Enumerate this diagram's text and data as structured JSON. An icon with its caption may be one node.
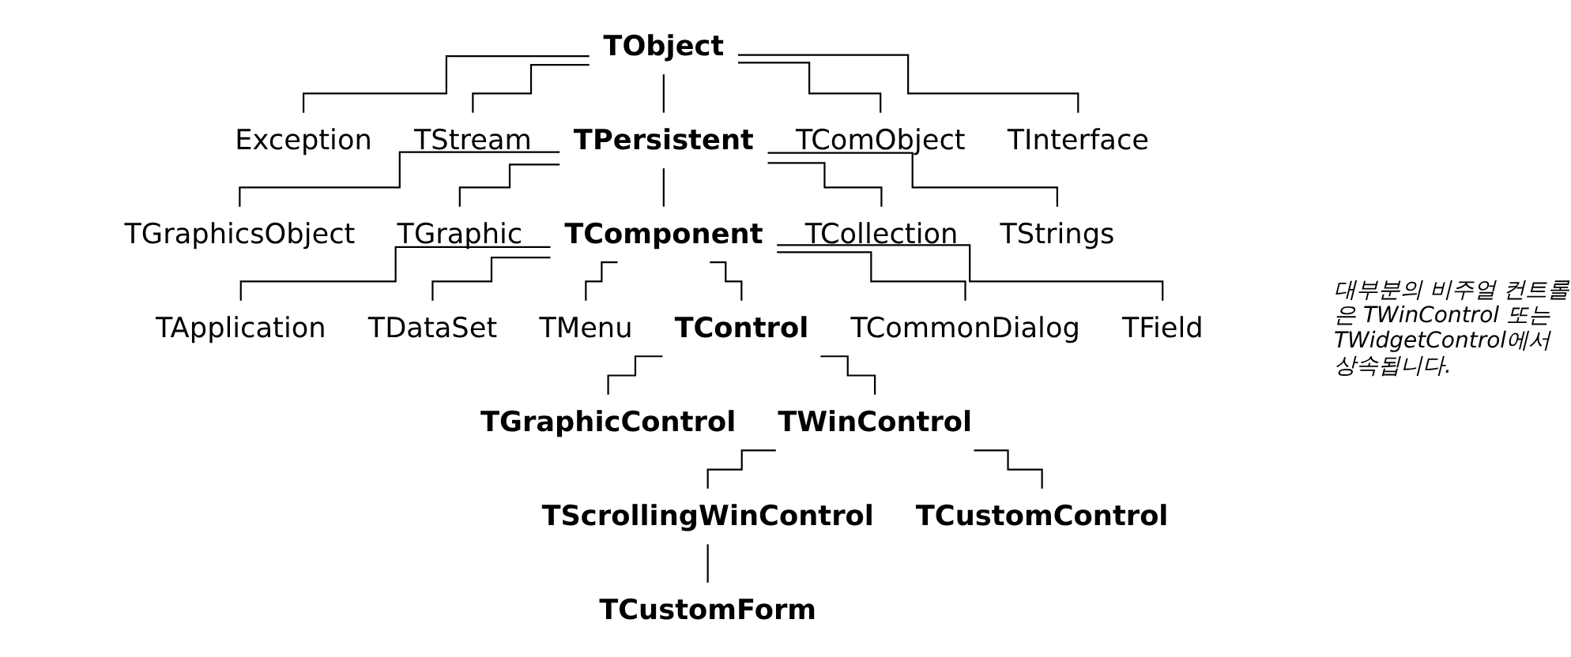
{
  "diagram": {
    "nodes": [
      {
        "text": [
          "TObject"
        ]
      },
      {
        "text": [
          "Exception"
        ]
      },
      {
        "text": [
          "TStream"
        ]
      },
      {
        "text": [
          "TPersistent"
        ]
      },
      {
        "text": [
          "TComObject"
        ]
      },
      {
        "text": [
          "TInterface"
        ]
      },
      {
        "text": [
          "TGraphicsObject"
        ]
      },
      {
        "text": [
          "TGraphic"
        ]
      },
      {
        "text": [
          "TComponent"
        ]
      },
      {
        "text": [
          "TCollection"
        ]
      },
      {
        "text": [
          "TStrings"
        ]
      },
      {
        "text": [
          "TApplication"
        ]
      },
      {
        "text": [
          "TDataSet"
        ]
      },
      {
        "text": [
          "TMenu"
        ]
      },
      {
        "text": [
          "TControl"
        ]
      },
      {
        "text": [
          "TCommonDialog"
        ]
      },
      {
        "text": [
          "TField"
        ]
      },
      {
        "text": [
          "TGraphicControl"
        ]
      },
      {
        "text": [
          "TWinControl"
        ]
      },
      {
        "text": [
          "TScrollingWinControl"
        ]
      },
      {
        "text": [
          "TCustomControl"
        ]
      },
      {
        "text": [
          "TCustomForm"
        ]
      }
    ],
    "edges": [
      {
        "from": 0,
        "to": 1,
        "arrow": "none"
      },
      {
        "from": 0,
        "to": 2,
        "arrow": "none"
      },
      {
        "from": 0,
        "to": 3,
        "arrow": "none"
      },
      {
        "from": 0,
        "to": 4,
        "arrow": "none"
      },
      {
        "from": 0,
        "to": 5,
        "arrow": "none"
      },
      {
        "from": 3,
        "to": 6,
        "arrow": "none"
      },
      {
        "from": 3,
        "to": 7,
        "arrow": "none"
      },
      {
        "from": 3,
        "to": 8,
        "arrow": "none"
      },
      {
        "from": 3,
        "to": 9,
        "arrow": "none"
      },
      {
        "from": 3,
        "to": 10,
        "arrow": "none"
      },
      {
        "from": 8,
        "to": 11,
        "arrow": "none"
      },
      {
        "from": 8,
        "to": 12,
        "arrow": "none"
      },
      {
        "from": 8,
        "to": 13,
        "arrow": "none"
      },
      {
        "from": 8,
        "to": 14,
        "arrow": "none"
      },
      {
        "from": 8,
        "to": 15,
        "arrow": "none"
      },
      {
        "from": 8,
        "to": 16,
        "arrow": "none"
      },
      {
        "from": 14,
        "to": 17,
        "arrow": "none"
      },
      {
        "from": 14,
        "to": 18,
        "arrow": "none"
      },
      {
        "from": 18,
        "to": 19,
        "arrow": "none"
      },
      {
        "from": 18,
        "to": 20,
        "arrow": "none"
      },
      {
        "from": 19,
        "to": 21,
        "arrow": "none"
      }
    ],
    "labels": [
      "대부분의 비주얼 컨트롤은 TWinControl 또는 TWidgetControl에서 상속됩니다."
    ]
  }
}
